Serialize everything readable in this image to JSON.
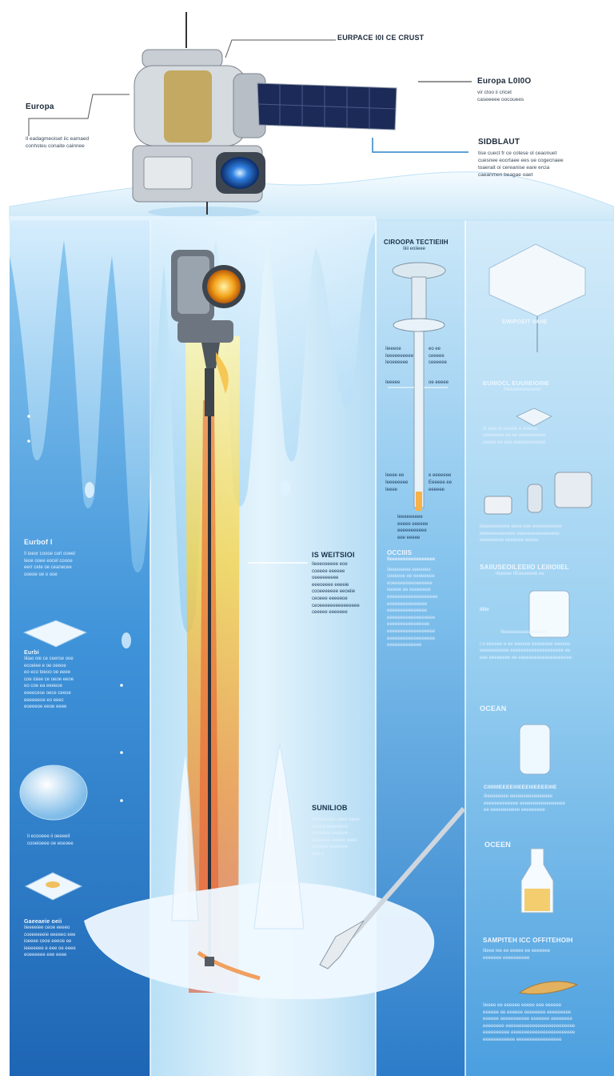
{
  "top": {
    "main_callout": "EURPACE I0I CE CRUST",
    "europa_left": {
      "title": "Europa",
      "lines": [
        "Il eadagmeoiset iic eamaed",
        "conhsteu conaite cainnee"
      ]
    },
    "europa_right": {
      "title": "Europa L0I0O",
      "lines": [
        "vir ctoo ii cricet",
        "caseeeee oocouees"
      ]
    },
    "sidebar_callout": {
      "title": "SIDBLAUT",
      "lines": [
        "tise cuect fr ce cotese ol ceaonuet",
        "cuesnee eocrtaee ees ue cogecnaee",
        "toaerait oi cereanise eare ercia",
        "caeanmen beagae oaet"
      ]
    }
  },
  "left_panel": {
    "section1": {
      "title": "Eurbof I",
      "lines": [
        "Il ioeor coooe corl ooeet",
        "Ieoe ooee eocel coooe",
        "eerr cete oe ceanecee",
        "ooeoe oe o ooe"
      ]
    },
    "section2": {
      "title": "Eurbi",
      "lines": [
        "Iiiiao oie ce ceeroe ooe",
        "ecoeiee e oe oeeoe",
        "eo eco teeoo oe eeee",
        "coe ioiee ce oeoe eeoe",
        "eo coe ea eeeeoe",
        "eeeecese oece ceeoe",
        "eeeeeeoe eo eeec",
        "eoeeeoe eeoe eeee"
      ]
    },
    "section3": {
      "title": "",
      "lines": [
        "Ii ecooeee ii oeeeeit",
        "cooeioeee oe eoeoee"
      ]
    },
    "section4": {
      "title": "Gaeeaeie oeii",
      "lines": [
        "Iieeeeiee ceoe eeeeo",
        "coeeeeeeie eeeeeo eee",
        "ioeeee ceoe eeeoe ee",
        "ieeeeeee e eee oe eeee",
        "eoeeeeee eee eeee"
      ]
    }
  },
  "center": {
    "probe_callout": {
      "title": "IS WEITSIOI",
      "lines": [
        "Iieeeoeeeee eoe",
        "coeeee eeeeee",
        "oeeeeeeeee",
        "eeeoeeee eeeeie",
        "cooeeeeeee eeoeiie",
        "ceoeee eeeeeoe",
        "ceoeeeeeeeeeeeeeee",
        "ceeeee eeeeeee"
      ]
    },
    "sample_callout": {
      "title": "SUNILIOB",
      "lines": [
        "Iieeeeeeee eeee eeee",
        "eeeee eeeeeeoe",
        "eeeeeee eeeeee",
        "eeeeeee eeeee eeee",
        "eeeeee eeeeeee",
        "eoe e"
      ]
    }
  },
  "middle_panel": {
    "header": {
      "title": "CIROOPA TECTIEIIH",
      "subtitle": "Iiiii eoiieee"
    },
    "drill_labels_left": [
      "Iieeeoe",
      "Ieeeeeeeeee",
      "Ieoeeeeee",
      "Ieeeee",
      "Ieeee ee",
      "Ieeeeeeee",
      "Ieeee"
    ],
    "drill_labels_right": [
      "eo ee",
      "ceeeee",
      "ceeeeee",
      "oe eeeee",
      "e eeeeeee",
      "Eeeeee ee",
      "eeeeee"
    ],
    "bottom_note": [
      "Ieeeeeeeee",
      "eeeee eeeeee",
      "eeeeeeeeeee",
      "eee eeeee"
    ],
    "section": {
      "title": "OCCIIIS",
      "subtitle": "IIeeeeeeeeeeeeeeeee",
      "lines": [
        "Iieeeoeeee eeeeeee",
        "ceeeeee ee eeeeeeoe",
        "eoeeeeeeeeeeeeeee",
        "ieeeee ee eeeeeeoe",
        "eeeeeeeeeeeeeeeeeee",
        "eeeeeeeeeeeeeee",
        "eeeeeeeeeeeeeee",
        "eeeeeeeeeeeeeeeeee",
        "eeeeeeeeeeeeeeee",
        "eeeeeeeeeeeeeeeeee",
        "eeeeeeeeeeeeeeeeee",
        "eeeeeeeeeeeee"
      ]
    }
  },
  "right_panel": {
    "s1": {
      "title": "EWIPOEIT IIAIIE",
      "lines": []
    },
    "s2": {
      "title": "EUIIIOCL EUUIIEIOIIIE",
      "subtitle": "IIiiiiioeeeeeeeeee",
      "lines": [
        "Iii eiee ie oeeeie e eeieee",
        "oeeeeeee ee ee eeeeeeeeee",
        "eeeee ee eee eeeeeeeeeeee"
      ]
    },
    "s3": {
      "lines": [
        "Iiieeeeeeeeee eeee eee eeeeeeeeeee",
        "ieeeeeeeeeeeee eeeeeeeeeeeeeeee",
        "eeeeeeeee eeeeeee eeeee"
      ]
    },
    "s4": {
      "title": "SAIIUSEOILEEIIO LEIIIOIIEL",
      "subtitle": "IIeeeee IIEeeeeeee ee",
      "tag": "IIIIIe",
      "lines": [
        "Iiieeeeeeeeeeeeeeee",
        "I e eeeeee e ee eeeeee eeeeeeee eeeeee",
        "eeeeeeeeeee eeeeeeeeeeeeeeeeeeee ee",
        "eee eeeeeeee ee eeeeeeeeeeeeeeeeeeee"
      ]
    },
    "s5": {
      "title": "OCEAN",
      "lines": []
    },
    "s6": {
      "title": "CIIIIIIIEEEEIIIEEEIIIEEEEIIIE",
      "lines": [
        "Iiieeeeeeee eeeeeeeeeeeeeeee",
        "eeeeeeeeeeeee eeeeeeeeeeeeeeeee",
        "ee eeeeeeeeeee eeeeeeeee"
      ]
    },
    "s7": {
      "title": "OCEEN",
      "lines": []
    },
    "s8": {
      "title": "SAMPITEH ICC OFFITEHOIH",
      "lines": [
        "Iiieee iee ee eeeee ee eeeeeee",
        "eeeeeee eeeeeeeeee"
      ]
    },
    "s9": {
      "lines": [
        "Iieeee ee eeeeee eeeee eee eeeeee",
        "eeeeee ee eeeeee eeeeeeee eeeeeeeee",
        "eeeeee eeeeeeeeeee eeeeeee eeeeeeee",
        "eeeeeeee eeeeeeeeeeeeeeeeeeeeeeeeee",
        "eeeeeeeeee eeeeeeeeeeeeeeeeeeeeeeee",
        "eeeeeeeeeeee eeeeeeeeeeeeeeeee"
      ]
    }
  },
  "colors": {
    "ice": "#dff1fb",
    "deep": "#1f6fc2",
    "mid": "#5fb1e6",
    "probe_hot": "#f3a21b",
    "accent": "#2a84c8"
  }
}
